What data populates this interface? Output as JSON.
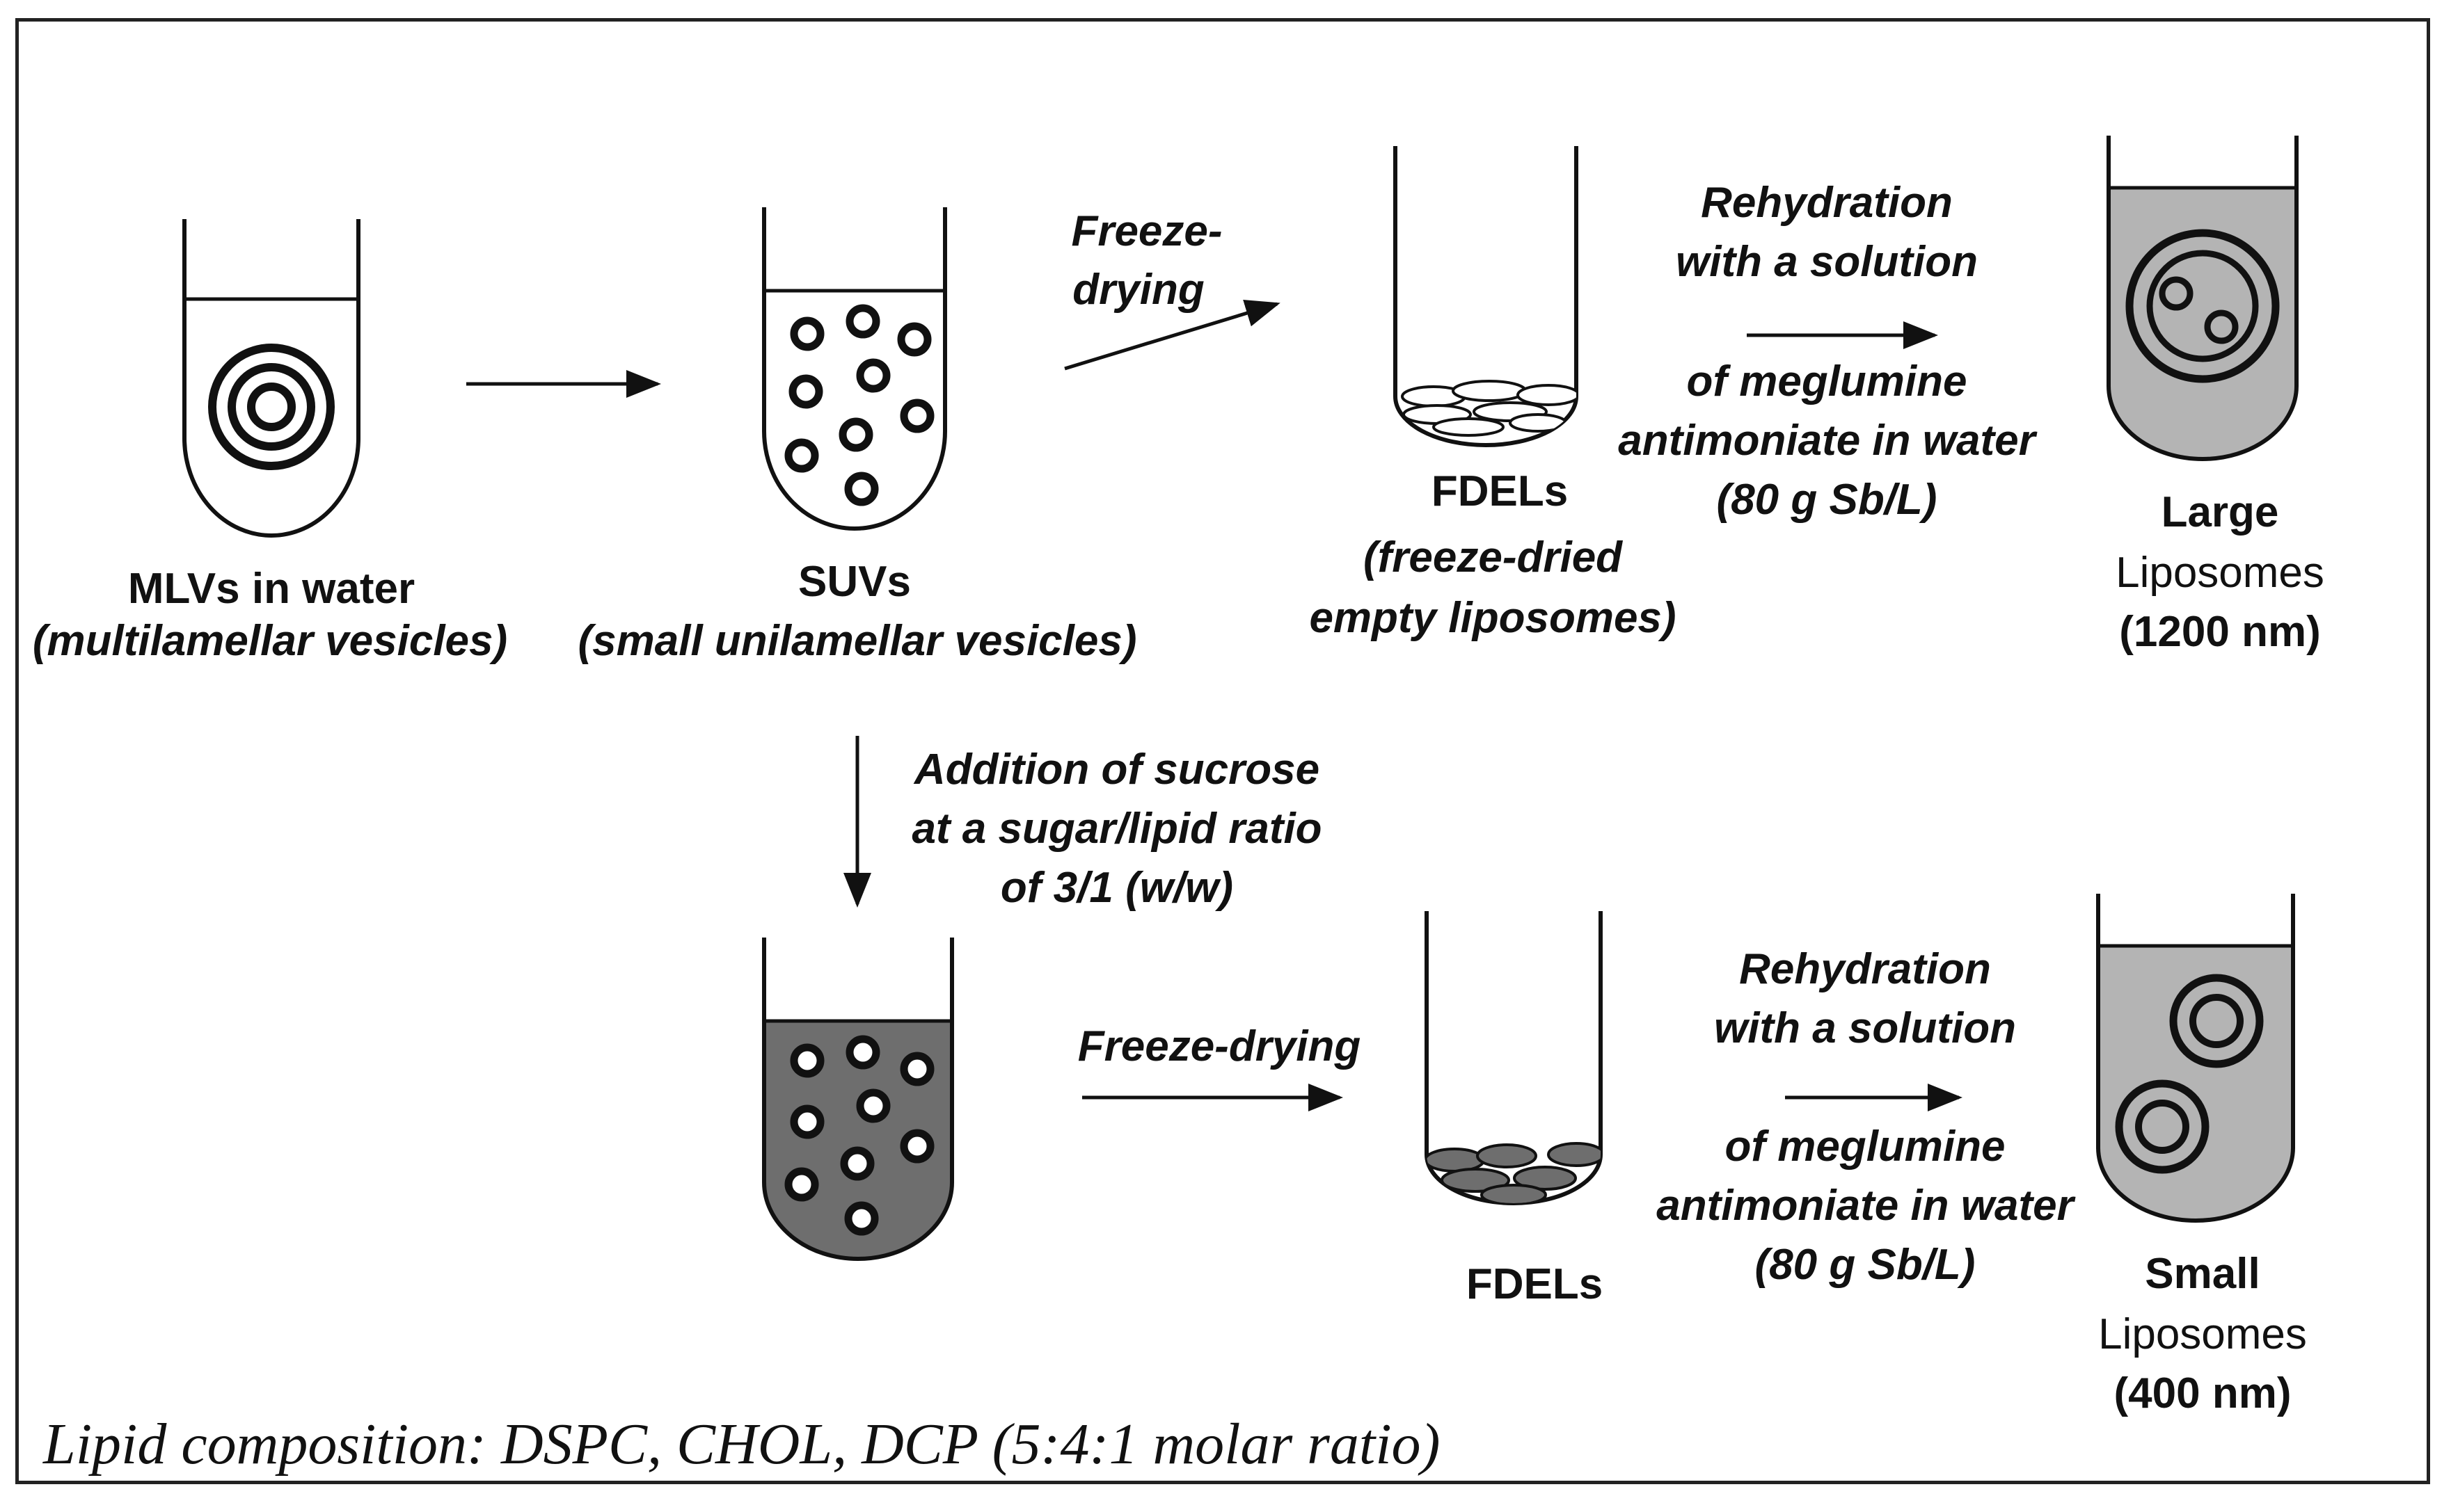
{
  "colors": {
    "stroke": "#111111",
    "clear_liquid": "#ffffff",
    "gray_liquid": "#b4b4b4",
    "dark_liquid": "#6e6e6e",
    "disc_dark": "#6e6e6e"
  },
  "labels": {
    "mlv_name": "MLVs in water",
    "mlv_desc": "(multilamellar vesicles)",
    "suv_name": "SUVs",
    "suv_desc": "(small unilamellar vesicles)",
    "freeze_drying_top_1": "Freeze-",
    "freeze_drying_top_2": "drying",
    "fdel_top_name": "FDELs",
    "fdel_top_desc_1": "(freeze-dried",
    "fdel_top_desc_2": "empty liposomes)",
    "rehydration_top_1": "Rehydration",
    "rehydration_top_2": "with a solution",
    "rehydration_top_3": "of meglumine",
    "rehydration_top_4": "antimoniate in water",
    "rehydration_top_5": "(80 g Sb/L)",
    "large_1": "Large",
    "large_2": "Liposomes",
    "large_3": "(1200 nm)",
    "sucrose_1": "Addition of sucrose",
    "sucrose_2": "at a sugar/lipid ratio",
    "sucrose_3": "of 3/1 (w/w)",
    "freeze_drying_bottom": "Freeze-drying",
    "fdel_bottom_name": "FDELs",
    "rehydration_bottom_1": "Rehydration",
    "rehydration_bottom_2": "with a solution",
    "rehydration_bottom_3": "of meglumine",
    "rehydration_bottom_4": "antimoniate in water",
    "rehydration_bottom_5": "(80 g Sb/L)",
    "small_1": "Small",
    "small_2": "Liposomes",
    "small_3": "(400 nm)"
  },
  "footer": {
    "composition": "Lipid composition: DSPC, CHOL, DCP (5:4:1 molar ratio)"
  }
}
